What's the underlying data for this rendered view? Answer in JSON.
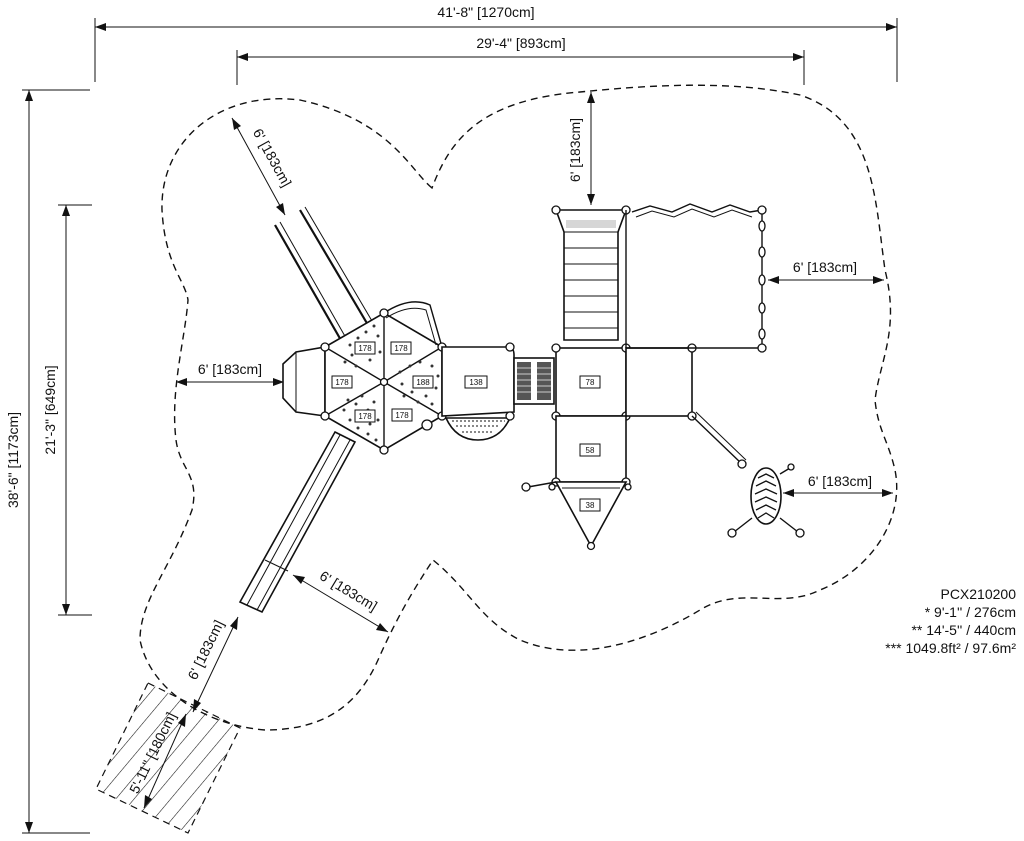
{
  "model": "PCX210200",
  "specs": [
    "* 9'-1'' / 276cm",
    "** 14'-5'' / 440cm",
    "*** 1049.8ft² / 97.6m²"
  ],
  "dimensions": {
    "overall_width": "41'-8\" [1270cm]",
    "structure_width": "29'-4\" [893cm]",
    "overall_depth": "38'-6\" [1173cm]",
    "structure_depth": "21'-3\" [649cm]",
    "clearance_top": "6' [183cm]",
    "clearance_left": "6' [183cm]",
    "clearance_right_upper": "6' [183cm]",
    "clearance_right_lower": "6' [183cm]",
    "clearance_slide_side": "6' [183cm]",
    "clearance_slide_exit": "6' [183cm]",
    "clearance_upper_left": "6' [183cm]",
    "slide_runout": "5'-11\" [180cm]"
  },
  "deck_heights": {
    "hex_top": "178",
    "hex_left": "178",
    "hex_right_bottom": "178",
    "hex_climber_top": "178",
    "hex_climber_right": "188",
    "hex_climber_bottom": "178",
    "bridge_deck": "138",
    "center_deck": "78",
    "lower_deck": "58",
    "entry_deck": "38"
  }
}
